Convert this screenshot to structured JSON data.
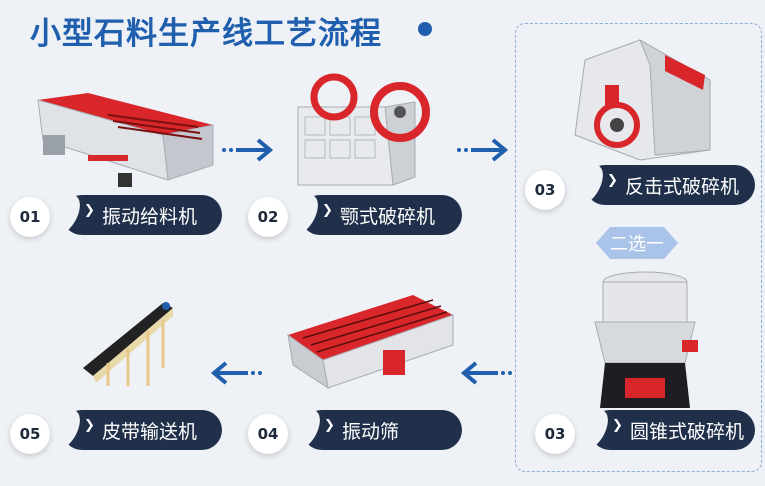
{
  "title": "小型石料生产线工艺流程",
  "alternative_label": "二选一",
  "steps": [
    {
      "num": "01",
      "label": "振动给料机"
    },
    {
      "num": "02",
      "label": "颚式破碎机"
    },
    {
      "num": "03",
      "label": "反击式破碎机"
    },
    {
      "num": "03",
      "label": "圆锥式破碎机"
    },
    {
      "num": "04",
      "label": "振动筛"
    },
    {
      "num": "05",
      "label": "皮带输送机"
    }
  ],
  "colors": {
    "title": "#1f5fae",
    "pill": "#20304a",
    "arrow": "#1f5fae",
    "machine_red": "#d9262b",
    "alt_badge": "#a9c4e8"
  }
}
